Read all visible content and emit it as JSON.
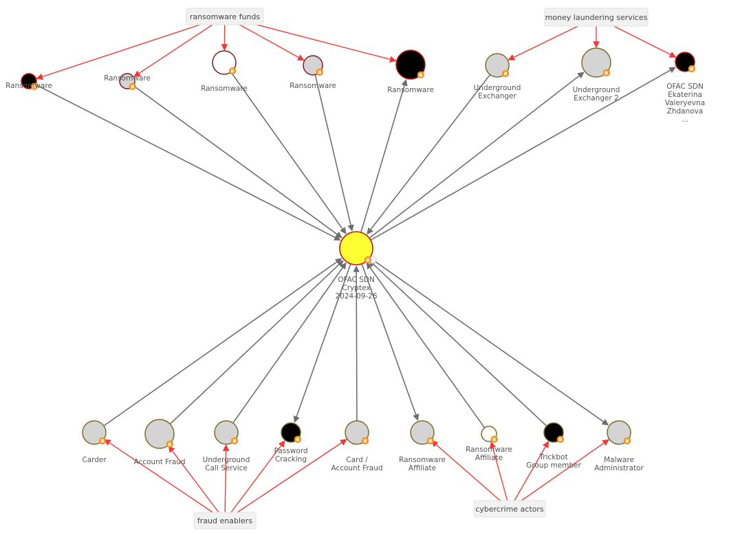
{
  "colors": {
    "edge_group": "#f03a3a",
    "edge_flow": "#6e6e6e",
    "btc_badge": "#f7931a",
    "fill_gray": "#d4d4d4",
    "fill_black": "#000000",
    "fill_white": "#ffffff",
    "fill_yellow": "#ffff33",
    "stroke_red": "#cc1111",
    "stroke_darkred": "#7a1a1a",
    "stroke_olive": "#7a6a2a"
  },
  "center": {
    "id": "cryptex",
    "label_lines": [
      "OFAC SDN",
      "Cryptex",
      "2024-09-26"
    ],
    "fill": "yellow",
    "stroke": "red",
    "badge_icon": "bitcoin-icon"
  },
  "groups": [
    {
      "id": "ransomware_funds",
      "label": "ransomware funds"
    },
    {
      "id": "money_laundering",
      "label": "money laundering services"
    },
    {
      "id": "fraud_enablers",
      "label": "fraud enablers"
    },
    {
      "id": "cybercrime_actors",
      "label": "cybercrime actors"
    }
  ],
  "nodes": [
    {
      "id": "rw1",
      "label_lines": [
        "Ransomware"
      ],
      "fill": "black",
      "stroke": "red",
      "group": "ransomware_funds",
      "flow": "out"
    },
    {
      "id": "rw2",
      "label_lines": [
        "Ransomware"
      ],
      "fill": "gray",
      "stroke": "darkred",
      "group": "ransomware_funds",
      "flow": "out"
    },
    {
      "id": "rw3",
      "label_lines": [
        "Ransomware"
      ],
      "fill": "white",
      "stroke": "darkred",
      "group": "ransomware_funds",
      "flow": "out"
    },
    {
      "id": "rw4",
      "label_lines": [
        "Ransomware"
      ],
      "fill": "gray",
      "stroke": "darkred",
      "group": "ransomware_funds",
      "flow": "out"
    },
    {
      "id": "rw5",
      "label_lines": [
        "Ransomware"
      ],
      "fill": "black",
      "stroke": "red",
      "group": "ransomware_funds",
      "flow": "in"
    },
    {
      "id": "ue1",
      "label_lines": [
        "Underground",
        "Exchanger"
      ],
      "fill": "gray",
      "stroke": "olive",
      "group": "money_laundering",
      "flow": "out"
    },
    {
      "id": "ue2",
      "label_lines": [
        "Underground",
        "Exchanger 2"
      ],
      "fill": "gray",
      "stroke": "olive",
      "group": "money_laundering",
      "flow": "in"
    },
    {
      "id": "ofac_z",
      "label_lines": [
        "OFAC SDN",
        "Ekaterina",
        "Valeryevna",
        "Zhdanova",
        "..."
      ],
      "fill": "black",
      "stroke": "red",
      "group": "money_laundering",
      "flow": "in"
    },
    {
      "id": "carder",
      "label_lines": [
        "Carder"
      ],
      "fill": "gray",
      "stroke": "olive",
      "group": "fraud_enablers",
      "flow": "out"
    },
    {
      "id": "accfraud",
      "label_lines": [
        "Account Fraud"
      ],
      "fill": "gray",
      "stroke": "olive",
      "group": "fraud_enablers",
      "flow": "out"
    },
    {
      "id": "ucs",
      "label_lines": [
        "Underground",
        "Call Service"
      ],
      "fill": "gray",
      "stroke": "olive",
      "group": "fraud_enablers",
      "flow": "out"
    },
    {
      "id": "pwcrack",
      "label_lines": [
        "Password",
        "Cracking"
      ],
      "fill": "black",
      "stroke": "olive",
      "group": "fraud_enablers",
      "flow": "in"
    },
    {
      "id": "cardacc",
      "label_lines": [
        "Card /",
        "Account Fraud"
      ],
      "fill": "gray",
      "stroke": "olive",
      "group": "fraud_enablers",
      "flow": "out"
    },
    {
      "id": "rwaff1",
      "label_lines": [
        "Ransomware",
        "Affiliate"
      ],
      "fill": "gray",
      "stroke": "olive",
      "group": "cybercrime_actors",
      "flow": "in"
    },
    {
      "id": "rwaff2",
      "label_lines": [
        "Ransomware",
        "Affiliate"
      ],
      "fill": "white",
      "stroke": "olive",
      "group": "cybercrime_actors",
      "flow": "out"
    },
    {
      "id": "trickbot",
      "label_lines": [
        "Trickbot",
        "Group member"
      ],
      "fill": "black",
      "stroke": "olive",
      "group": "cybercrime_actors",
      "flow": "out"
    },
    {
      "id": "malware",
      "label_lines": [
        "Malware",
        "Administrator"
      ],
      "fill": "gray",
      "stroke": "olive",
      "group": "cybercrime_actors",
      "flow": "in"
    }
  ]
}
